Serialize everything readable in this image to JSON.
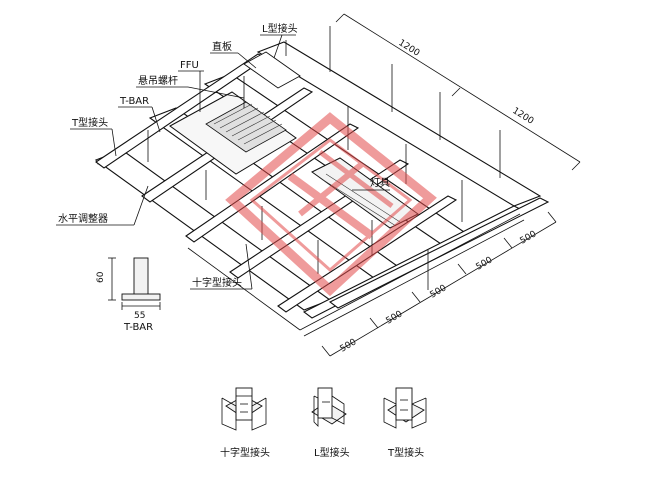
{
  "labels": {
    "l_joint": "L型接头",
    "panel": "直板",
    "ffu": "FFU",
    "hanger": "悬吊螺杆",
    "tbar": "T-BAR",
    "t_joint": "T型接头",
    "leveler": "水平调整器",
    "lamp": "灯具",
    "cross_joint": "十字型接头"
  },
  "dimensions": {
    "top_1": "1200",
    "top_2": "1200",
    "side_1": "500",
    "side_2": "500",
    "side_3": "500",
    "side_4": "500",
    "side_5": "500"
  },
  "section": {
    "height": "60",
    "width": "55",
    "caption": "T-BAR"
  },
  "joints": [
    {
      "caption": "十字型接头"
    },
    {
      "caption": "L型接头"
    },
    {
      "caption": "T型接头"
    }
  ],
  "colors": {
    "line": "#111111",
    "watermark": "#e24a4a"
  }
}
